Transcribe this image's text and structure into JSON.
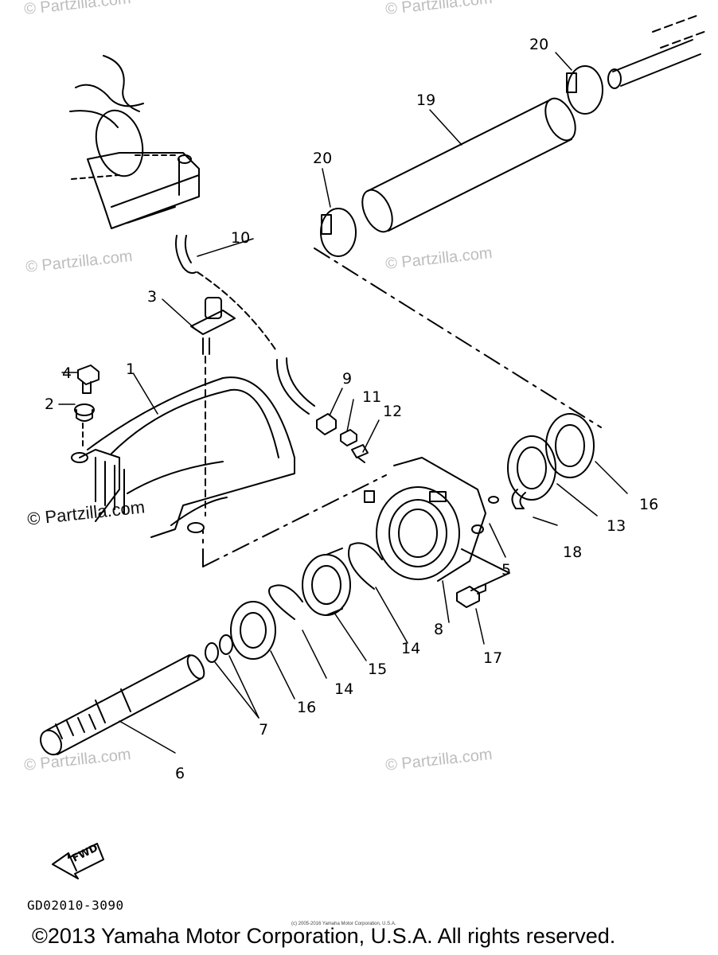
{
  "watermark": "© Partzilla.com",
  "callouts": [
    "1",
    "2",
    "3",
    "4",
    "5",
    "6",
    "7",
    "8",
    "9",
    "10",
    "11",
    "12",
    "13",
    "14",
    "14",
    "15",
    "16",
    "16",
    "17",
    "18",
    "19",
    "20",
    "20"
  ],
  "fwd_label": "FWD",
  "diagram_code": "GD02010-3090",
  "small_copyright": "(c) 2005-2016 Yamaha Motor Corporation, U.S.A.",
  "copyright": "©2013 Yamaha Motor Corporation, U.S.A. All rights reserved."
}
